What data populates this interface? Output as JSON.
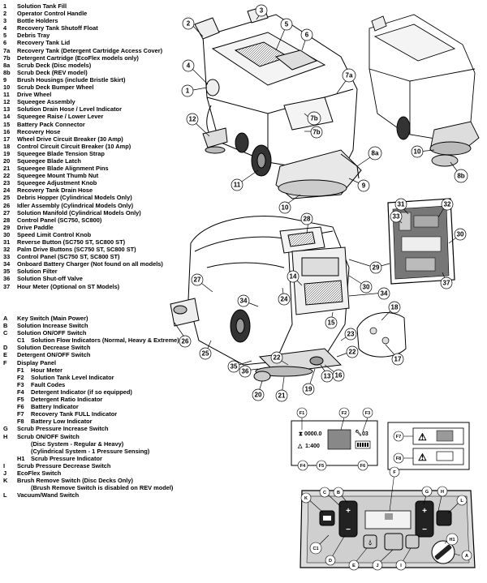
{
  "legend": [
    {
      "key": "1",
      "text": "Solution Tank Fill"
    },
    {
      "key": "2",
      "text": "Operator Control Handle"
    },
    {
      "key": "3",
      "text": "Bottle Holders"
    },
    {
      "key": "4",
      "text": "Recovery Tank Shutoff Float"
    },
    {
      "key": "5",
      "text": "Debris Tray"
    },
    {
      "key": "6",
      "text": "Recovery Tank Lid"
    },
    {
      "key": "7a",
      "text": "Recovery Tank (Detergent Cartridge Access Cover)"
    },
    {
      "key": "7b",
      "text": "Detergent Cartridge (EcoFlex models only)"
    },
    {
      "key": "8a",
      "text": "Scrub Deck (Disc models)"
    },
    {
      "key": "8b",
      "text": "Scrub Deck (REV model)"
    },
    {
      "key": "9",
      "text": "Brush Housings (include Bristle Skirt)"
    },
    {
      "key": "10",
      "text": "Scrub Deck Bumper Wheel"
    },
    {
      "key": "11",
      "text": "Drive Wheel"
    },
    {
      "key": "12",
      "text": "Squeegee Assembly"
    },
    {
      "key": "13",
      "text": "Solution Drain Hose / Level Indicator"
    },
    {
      "key": "14",
      "text": "Squeegee Raise / Lower Lever"
    },
    {
      "key": "15",
      "text": "Battery Pack Connector"
    },
    {
      "key": "16",
      "text": "Recovery Hose"
    },
    {
      "key": "17",
      "text": "Wheel Drive Circuit Breaker (30 Amp)"
    },
    {
      "key": "18",
      "text": "Control Circuit Circuit Breaker (10 Amp)"
    },
    {
      "key": "19",
      "text": "Squeegee Blade Tension Strap"
    },
    {
      "key": "20",
      "text": "Squeegee Blade Latch"
    },
    {
      "key": "21",
      "text": "Squeegee Blade Alignment Pins"
    },
    {
      "key": "22",
      "text": "Squeegee Mount Thumb Nut"
    },
    {
      "key": "23",
      "text": "Squeegee Adjustment Knob"
    },
    {
      "key": "24",
      "text": "Recovery Tank Drain Hose"
    },
    {
      "key": "25",
      "text": "Debris Hopper (Cylindrical Models Only)"
    },
    {
      "key": "26",
      "text": "Idler Assembly (Cylindrical Models Only)"
    },
    {
      "key": "27",
      "text": "Solution Manifold (Cylindrical Models Only)"
    },
    {
      "key": "28",
      "text": "Control Panel (SC750, SC800)"
    },
    {
      "key": "29",
      "text": "Drive Paddle"
    },
    {
      "key": "30",
      "text": "Speed Limit Control Knob"
    },
    {
      "key": "31",
      "text": "Reverse Button (SC750 ST, SC800 ST)"
    },
    {
      "key": "32",
      "text": "Palm Drive Buttons (SC750 ST, SC800 ST)"
    },
    {
      "key": "33",
      "text": "Control Panel (SC750 ST, SC800 ST)"
    },
    {
      "key": "34",
      "text": "Onboard Battery Charger (Not found on all models)"
    },
    {
      "key": "35",
      "text": "Solution Filter"
    },
    {
      "key": "36",
      "text": "Solution Shut-off Valve"
    },
    {
      "key": "37",
      "text": "Hour Meter (Optional on ST Models)"
    }
  ],
  "legend2": [
    {
      "key": "A",
      "text": "Key Switch (Main Power)",
      "indent": false
    },
    {
      "key": "B",
      "text": "Solution Increase Switch",
      "indent": false
    },
    {
      "key": "C",
      "text": "Solution ON/OFF Switch",
      "indent": false
    },
    {
      "key": "C1",
      "text": "Solution Flow Indicators (Normal, Heavy & Extreme)",
      "indent": true
    },
    {
      "key": "D",
      "text": "Solution Decrease Switch",
      "indent": false
    },
    {
      "key": "E",
      "text": "Detergent ON/OFF Switch",
      "indent": false
    },
    {
      "key": "F",
      "text": "Display Panel",
      "indent": false
    },
    {
      "key": "F1",
      "text": "Hour Meter",
      "indent": true
    },
    {
      "key": "F2",
      "text": "Solution Tank Level Indicator",
      "indent": true
    },
    {
      "key": "F3",
      "text": "Fault Codes",
      "indent": true
    },
    {
      "key": "F4",
      "text": "Detergent Indicator (if so equipped)",
      "indent": true
    },
    {
      "key": "F5",
      "text": "Detergent Ratio Indicator",
      "indent": true
    },
    {
      "key": "F6",
      "text": "Battery Indicator",
      "indent": true
    },
    {
      "key": "F7",
      "text": "Recovery Tank FULL Indicator",
      "indent": true
    },
    {
      "key": "F8",
      "text": "Battery Low Indicator",
      "indent": true
    },
    {
      "key": "G",
      "text": "Scrub Pressure Increase Switch",
      "indent": false
    },
    {
      "key": "H",
      "text": "Scrub ON/OFF Switch",
      "indent": false
    },
    {
      "key": "",
      "text": "(Disc System - Regular & Heavy)",
      "indent": true
    },
    {
      "key": "",
      "text": "(Cylindrical System - 1 Pressure Sensing)",
      "indent": true
    },
    {
      "key": "H1",
      "text": "Scrub Pressure Indicator",
      "indent": true
    },
    {
      "key": "I",
      "text": "Scrub Pressure Decrease Switch",
      "indent": false
    },
    {
      "key": "J",
      "text": "EcoFlex Switch",
      "indent": false
    },
    {
      "key": "K",
      "text": "Brush Remove Switch (Disc Decks Only)",
      "indent": false
    },
    {
      "key": "",
      "text": "(Brush Remove Switch is disabled on REV model)",
      "indent": true
    },
    {
      "key": "L",
      "text": "Vacuum/Wand Switch",
      "indent": false
    }
  ],
  "callouts": {
    "c1": "1",
    "c2": "2",
    "c3": "3",
    "c4": "4",
    "c5": "5",
    "c6": "6",
    "c7a": "7a",
    "c7b": "7b",
    "c8a": "8a",
    "c8b": "8b",
    "c9": "9",
    "c10": "10",
    "c10b": "10",
    "c11": "11",
    "c12": "12",
    "c13": "13",
    "c14": "14",
    "c15": "15",
    "c16": "16",
    "c17": "17",
    "c18": "18",
    "c19": "19",
    "c20": "20",
    "c21": "21",
    "c22": "22",
    "c23": "23",
    "c24": "24",
    "c25": "25",
    "c26": "26",
    "c27": "27",
    "c28": "28",
    "c29": "29",
    "c30": "30",
    "c30b": "30",
    "c31": "31",
    "c32": "32",
    "c33": "33",
    "c34": "34",
    "c34b": "34",
    "c35": "35",
    "c36": "36",
    "c37": "37"
  },
  "display": {
    "f1": "F1",
    "f2": "F2",
    "f3": "F3",
    "f4": "F4",
    "f5": "F5",
    "f6": "F6",
    "f7": "F7",
    "f8": "F8",
    "hour": "0000.0",
    "fault": "03",
    "ratio": "1:400"
  },
  "panel": {
    "a": "A",
    "b": "B",
    "c": "C",
    "c1": "C1",
    "d": "D",
    "e": "E",
    "f": "F",
    "f_top": "F",
    "g": "G",
    "h": "H",
    "h1": "H1",
    "i": "I",
    "j": "J",
    "k": "K",
    "l": "L",
    "plus": "+",
    "minus": "−"
  }
}
